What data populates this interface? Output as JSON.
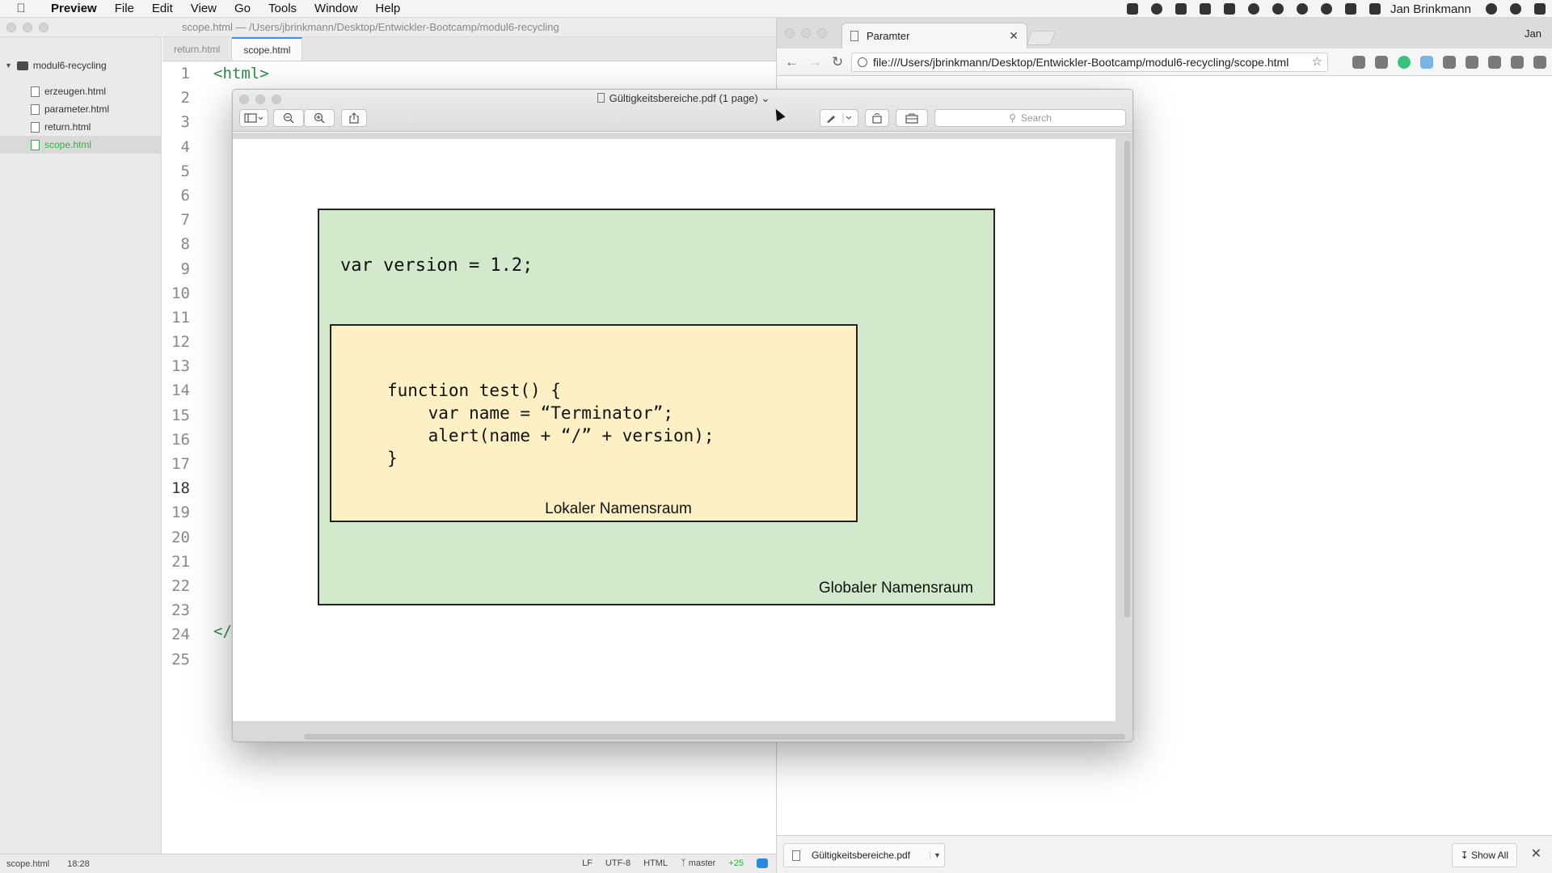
{
  "menubar": {
    "app": "Preview",
    "items": [
      "File",
      "Edit",
      "View",
      "Go",
      "Tools",
      "Window",
      "Help"
    ],
    "user": "Jan Brinkmann"
  },
  "editor": {
    "title": "scope.html — /Users/jbrinkmann/Desktop/Entwickler-Bootcamp/modul6-recycling",
    "folder": "modul6-recycling",
    "files": [
      "erzeugen.html",
      "parameter.html",
      "return.html",
      "scope.html"
    ],
    "active_file": "scope.html",
    "tabs": [
      "return.html",
      "scope.html"
    ],
    "line_numbers": [
      "1",
      "2",
      "3",
      "4",
      "5",
      "6",
      "7",
      "8",
      "9",
      "10",
      "11",
      "12",
      "13",
      "14",
      "15",
      "16",
      "17",
      "18",
      "19",
      "20",
      "21",
      "22",
      "23",
      "24",
      "25"
    ],
    "current_line": "18",
    "code_line_1": "<html>",
    "code_line_24": "</",
    "status": {
      "file": "scope.html",
      "position": "18:28",
      "line_ending": "LF",
      "encoding": "UTF-8",
      "grammar": "HTML",
      "branch": "master",
      "changes": "+25"
    }
  },
  "browser": {
    "tab_title": "Paramter",
    "profile": "Jan",
    "url": "file:///Users/jbrinkmann/Desktop/Entwickler-Bootcamp/modul6-recycling/scope.html",
    "download_file": "Gültigkeitsbereiche.pdf",
    "show_all": "Show All"
  },
  "preview": {
    "title": "Gültigkeitsbereiche.pdf (1 page)",
    "search_placeholder": "Search",
    "global_code": "var version = 1.2;",
    "local_code": "function test() {\n    var name = “Terminator”;\n    alert(name + “/” + version);\n}",
    "local_label": "Lokaler Namensraum",
    "global_label": "Globaler Namensraum",
    "colors": {
      "global_bg": "#d3e9cb",
      "local_bg": "#fdf0c4"
    }
  }
}
